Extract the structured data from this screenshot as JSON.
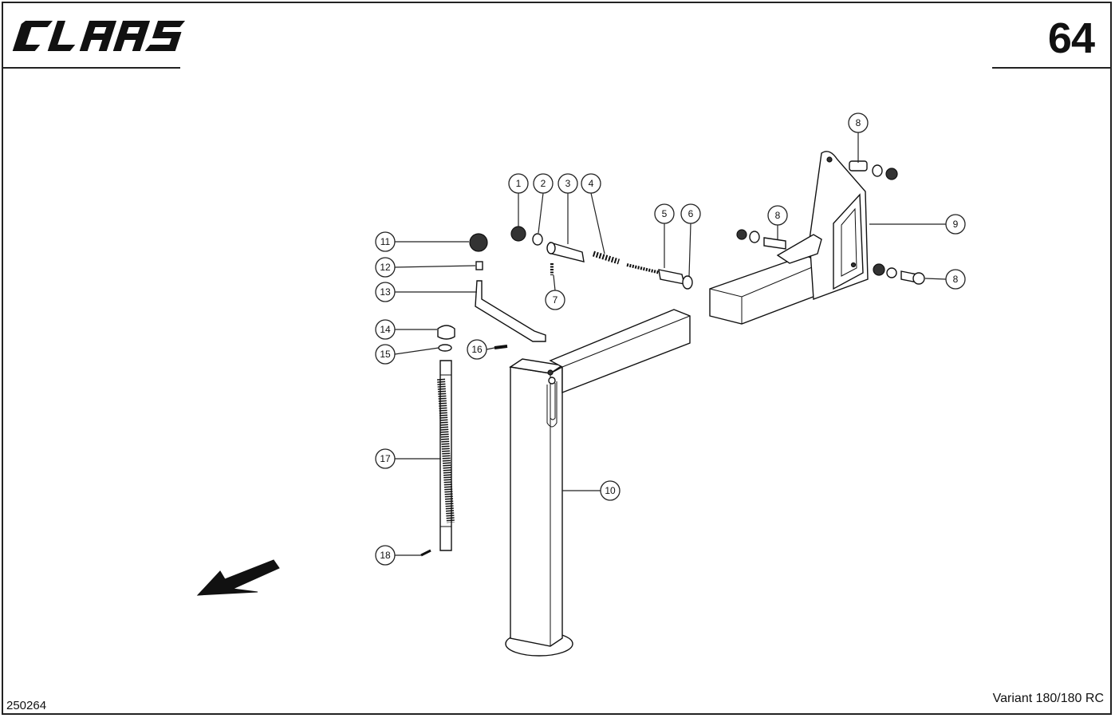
{
  "header": {
    "brand": "CLAAS",
    "page_number": "64"
  },
  "footer": {
    "drawing_id": "250264",
    "model": "Variant 180/180 RC"
  },
  "callouts": [
    "1",
    "2",
    "3",
    "4",
    "5",
    "6",
    "7",
    "8",
    "8",
    "8",
    "9",
    "10",
    "11",
    "12",
    "13",
    "14",
    "15",
    "16",
    "17",
    "18"
  ],
  "icons": {
    "direction_arrow": "direction-arrow-icon",
    "logo": "claas-logo"
  }
}
